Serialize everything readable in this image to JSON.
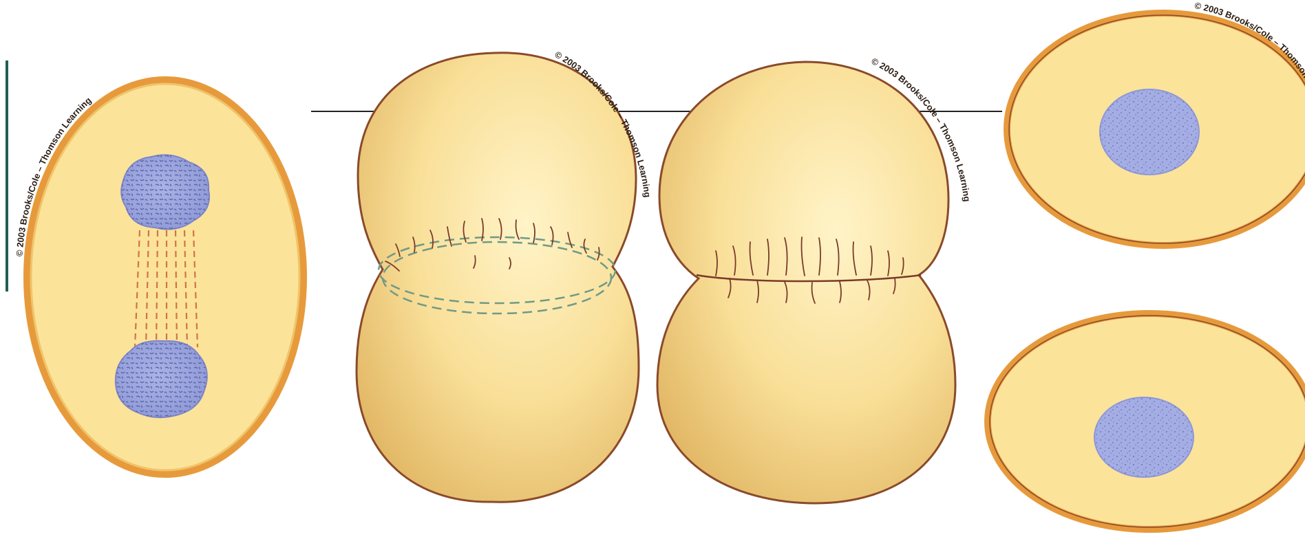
{
  "credit": "© 2003 Brooks/Cole – Thomson Learning",
  "colors": {
    "cytoplasm": "#fbe39a",
    "cytoplasm_shade": "#e8c070",
    "membrane_orange": "#e79a3c",
    "membrane_brown": "#8a4a2a",
    "nucleus": "#9ba6dc",
    "nucleus_dark": "#5f66a8",
    "spindle": "#d2734a",
    "furrow_ring": "#6f9a86",
    "furrow_lines": "#7a3a2a",
    "divider_line": "#222222"
  },
  "panels": [
    {
      "id": "late-anaphase-cell",
      "nuclei": 2
    },
    {
      "id": "cleavage-furrow-start",
      "nuclei": 0
    },
    {
      "id": "cleavage-furrow-deep",
      "nuclei": 0
    },
    {
      "id": "daughter-cells",
      "nuclei": 2
    }
  ]
}
